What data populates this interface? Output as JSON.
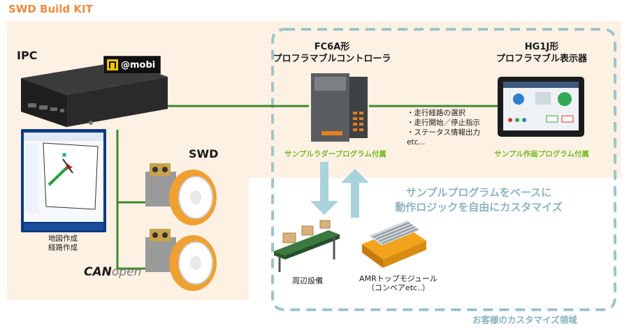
{
  "title": "SWD Build KIT",
  "ipc": {
    "label": "IPC",
    "logo_text": "@mobi",
    "map_caption_1": "地図作成",
    "map_caption_2": "経路作成"
  },
  "swd": {
    "label": "SWD"
  },
  "canopen": {
    "can": "CAN",
    "open": "open"
  },
  "controller": {
    "label_1": "FC6A形",
    "label_2": "プロフラマブルコントローラ",
    "note": "サンプルラダープログラム付属"
  },
  "display": {
    "label_1": "HG1J形",
    "label_2": "プロフラマブル表示器",
    "note": "サンプル作画プログラム付属"
  },
  "functions": [
    "・走行経路の選択",
    "・走行開始／停止指示",
    "・ステータス情報出力",
    "etc..."
  ],
  "customize": {
    "line_1": "サンプルプログラムをベースに",
    "line_2": "動作ロジックを自由にカスタマイズ",
    "area_label": "お客様のカスタマイズ領域"
  },
  "peripheral": {
    "label": "周辺設備"
  },
  "amr": {
    "label_1": "AMRトップモジュール",
    "label_2": "（コンベアetc..）"
  },
  "colors": {
    "kit_bg": "#fdf1e4",
    "accent_orange": "#ee8a3f",
    "green_line": "#3a8a2e",
    "dashed_border": "#9ec4cd",
    "arrow": "#a9d2dd",
    "note_green": "#7ab928"
  }
}
